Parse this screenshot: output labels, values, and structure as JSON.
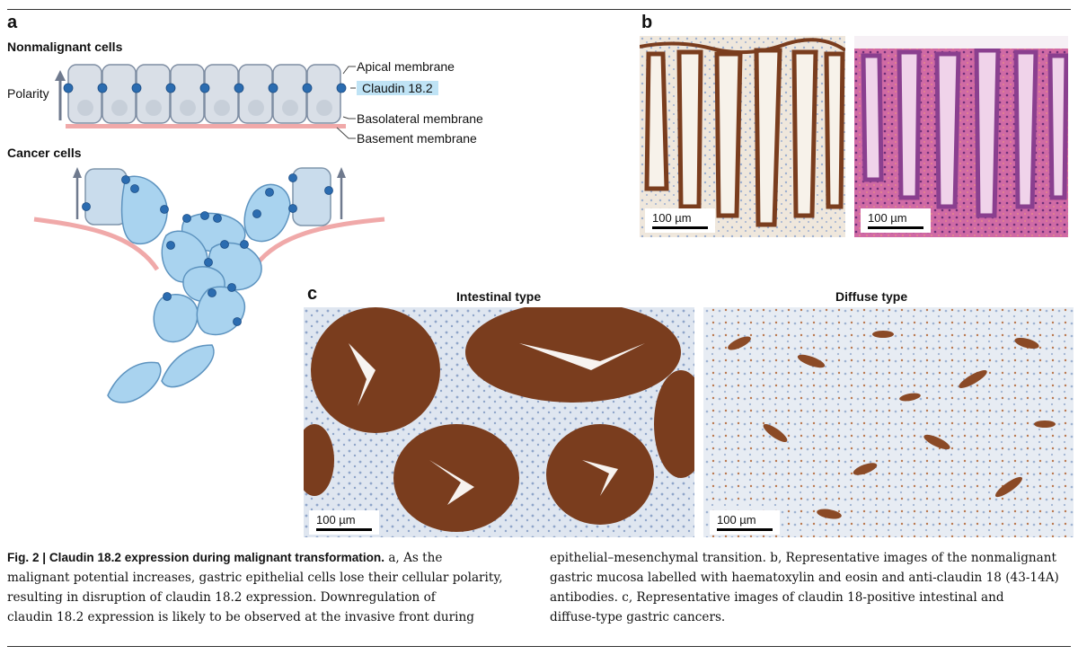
{
  "panel_a": {
    "letter": "a",
    "nonmalignant_title": "Nonmalignant cells",
    "polarity_label": "Polarity",
    "apical_label": "Apical membrane",
    "claudin_label": "Claudin 18.2",
    "basolateral_label": "Basolateral membrane",
    "basement_label": "Basement membrane",
    "cancer_title": "Cancer cells"
  },
  "panel_b": {
    "letter": "b",
    "images": [
      {
        "name": "anti-claudin18-stain",
        "scale": "100 µm"
      },
      {
        "name": "he-stain",
        "scale": "100 µm"
      }
    ]
  },
  "panel_c": {
    "letter": "c",
    "images": [
      {
        "title": "Intestinal type",
        "scale": "100 µm"
      },
      {
        "title": "Diffuse type",
        "scale": "100 µm"
      }
    ]
  },
  "caption": {
    "fig_label": "Fig. 2 | ",
    "fig_title": "Claudin 18.2 expression during malignant transformation.",
    "col1": [
      " a, As the",
      "malignant potential increases, gastric epithelial cells lose their cellular polarity,",
      "resulting in disruption of claudin 18.2 expression. Downregulation of",
      "claudin 18.2 expression is likely to be observed at the invasive front during"
    ],
    "col2": [
      "epithelial–mesenchymal transition. b, Representative images of the nonmalignant",
      "gastric mucosa labelled with haematoxylin and eosin and anti-claudin 18 (43-14A)",
      "antibodies. c, Representative images of claudin 18-positive intestinal and",
      "diffuse-type gastric cancers."
    ]
  },
  "colors": {
    "cell_fill": "#d9dfe7",
    "cancer_cell_fill": "#a9d3ef",
    "claudin_dot": "#2b6cb0",
    "membrane_pink": "#f0a9a9",
    "claudin_highlight": "#bfe3f5",
    "dab_brown": "#7a3d1e",
    "hematoxylin_blue": "#c5d2e6",
    "he_pink": "#d96fa8",
    "he_purple": "#8a3f8f"
  }
}
